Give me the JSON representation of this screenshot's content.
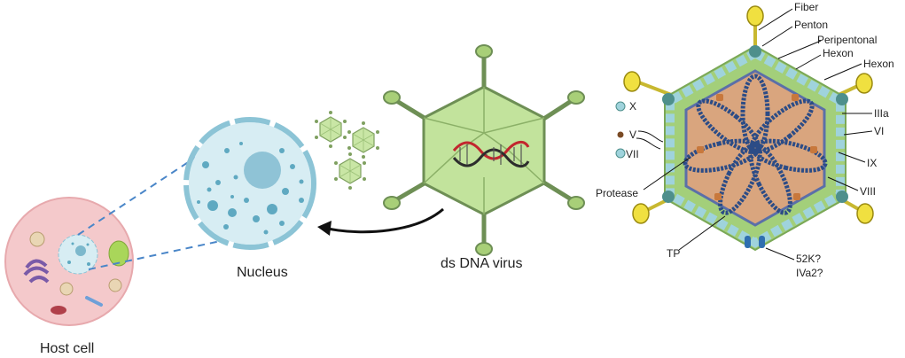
{
  "labels": {
    "host_cell": "Host cell",
    "nucleus": "Nucleus",
    "virus": "ds DNA virus"
  },
  "structure_labels": {
    "fiber": "Fiber",
    "penton": "Penton",
    "peripentonal": "Peripentonal",
    "peripentonal_hexon": "Hexon",
    "hexon": "Hexon",
    "x": "X",
    "v": "V",
    "vii": "VII",
    "protease": "Protease",
    "tp": "TP",
    "iiia": "IIIa",
    "vi": "VI",
    "ix": "IX",
    "viii": "VIII",
    "k52": "52K?",
    "iva2": "IVa2?"
  },
  "colors": {
    "host_cell_fill": "#f4c9cb",
    "nucleus_fill": "#d7edf3",
    "nucleus_spots": "#5fa9c1",
    "virus_green": "#b9dd8c",
    "virus_stroke": "#6e8f55",
    "capsid_core": "#d9a57e",
    "dna_blue": "#2c4c86",
    "fiber_yellow": "#f0e040",
    "dashed_line": "#4a86c8"
  }
}
